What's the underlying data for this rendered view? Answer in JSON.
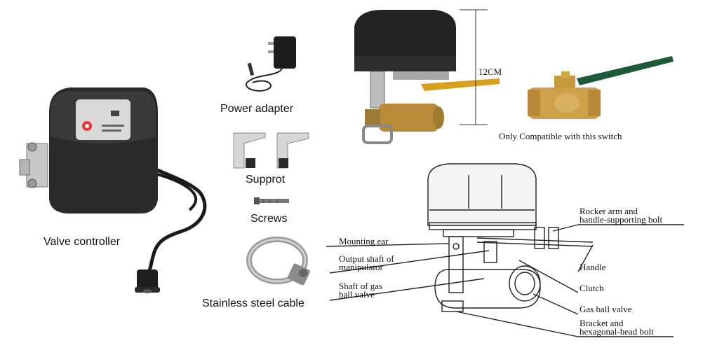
{
  "left_panel": {
    "valve_controller_label": "Valve controller",
    "power_adapter_label": "Power adapter",
    "support_label": "Supprot",
    "screws_label": "Screws",
    "cable_label": "Stainless steel cable"
  },
  "top_right": {
    "height_dimension": "12CM",
    "compatibility_note": "Only Compatible with this switch"
  },
  "diagram": {
    "mounting_ear": "Mounting ear",
    "output_shaft_line1": "Output shaft of",
    "output_shaft_line2": "manipulator",
    "shaft_gas_line1": "Shaft of gas",
    "shaft_gas_line2": "ball valve",
    "rocker_line1": "Rocker arm and",
    "rocker_line2": "handle-supporting bolt",
    "handle": "Handle",
    "clutch": "Clutch",
    "gas_ball_valve": "Gas ball valve",
    "bracket_line1": "Bracket and",
    "bracket_line2": "hexagonal-head bolt"
  }
}
